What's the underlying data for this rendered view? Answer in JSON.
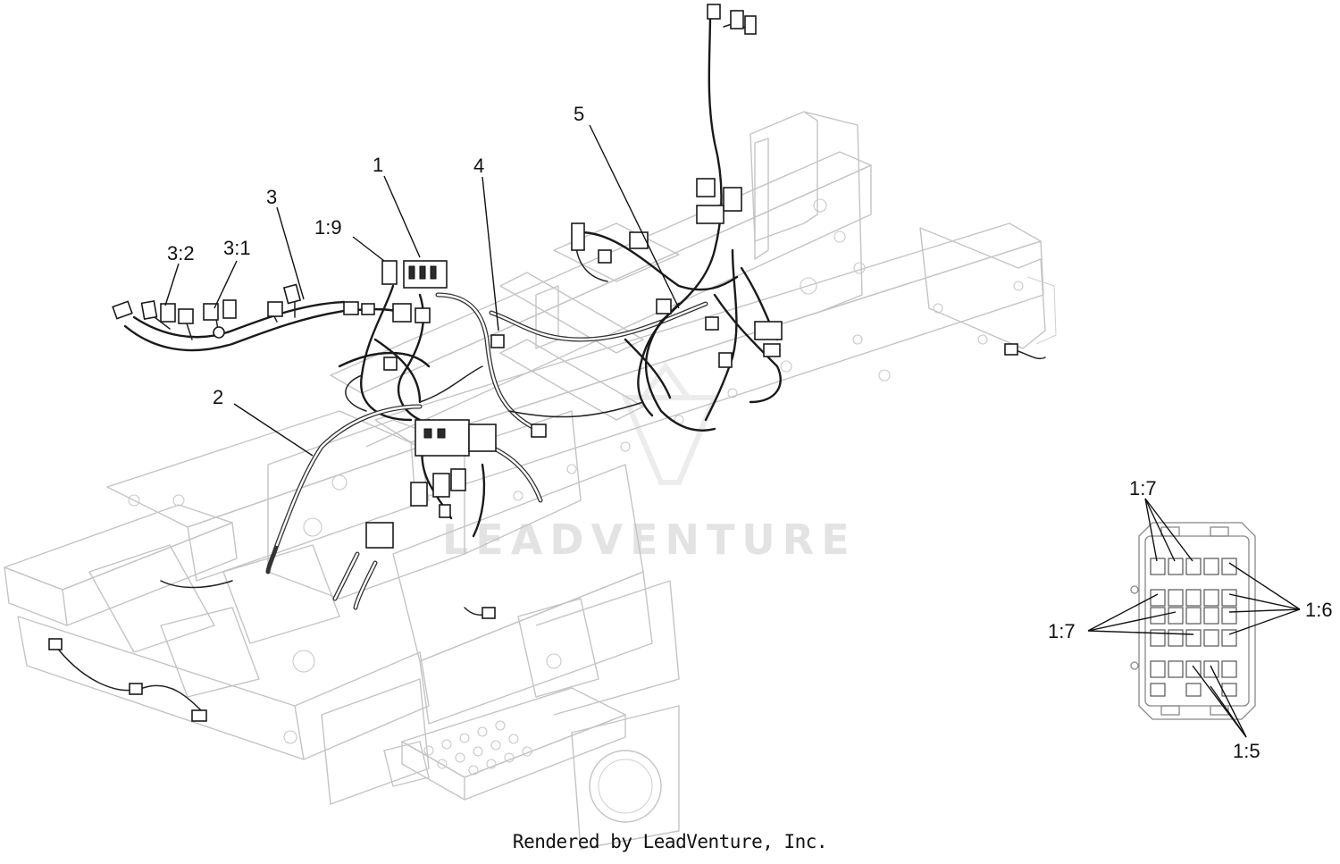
{
  "callouts": {
    "c1": "1",
    "c1_9": "1:9",
    "c2": "2",
    "c3": "3",
    "c3_1": "3:1",
    "c3_2": "3:2",
    "c4": "4",
    "c5": "5",
    "fuse_1_7_top": "1:7",
    "fuse_1_7_left": "1:7",
    "fuse_1_6": "1:6",
    "fuse_1_5": "1:5"
  },
  "watermark": "LEADVENTURE",
  "footer": {
    "credit": "Rendered by LeadVenture, Inc."
  },
  "colors": {
    "frame_line": "#c4c4c4",
    "harness": "#1a1a1a",
    "text": "#111111",
    "watermark": "#e3e3e3"
  }
}
